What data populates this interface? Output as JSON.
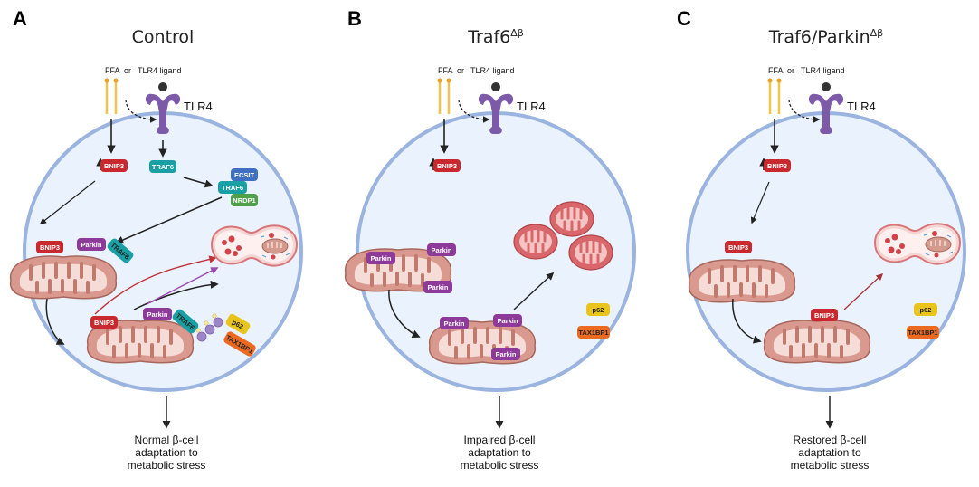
{
  "figure": {
    "panels": [
      {
        "id": "A",
        "letter": "A",
        "title": "Control",
        "title_sup": "",
        "stimulus_ffa": "FFA",
        "stimulus_or": "or",
        "stimulus_ligand": "TLR4 ligand",
        "receptor": "TLR4",
        "upregulated_label": "BNIP3",
        "traf6_label": "TRAF6",
        "complex": [
          "ECSIT",
          "TRAF6",
          "NRDP1"
        ],
        "mito1_labels": [
          "BNIP3",
          "Parkin",
          "TRAF6"
        ],
        "mito2_labels": [
          "BNIP3",
          "Parkin",
          "TRAF6"
        ],
        "adaptors": [
          "p62",
          "TAX1BP1"
        ],
        "outcome_lines": [
          "Normal β-cell",
          "adaptation to",
          "metabolic stress"
        ]
      },
      {
        "id": "B",
        "letter": "B",
        "title": "Traf6",
        "title_sup": "Δβ",
        "stimulus_ffa": "FFA",
        "stimulus_or": "or",
        "stimulus_ligand": "TLR4 ligand",
        "receptor": "TLR4",
        "upregulated_label": "BNIP3",
        "mito1_labels": [
          "Parkin",
          "Parkin",
          "Parkin"
        ],
        "mito2_labels": [
          "Parkin",
          "Parkin",
          "Parkin"
        ],
        "adaptors": [
          "p62",
          "TAX1BP1"
        ],
        "outcome_lines": [
          "Impaired β-cell",
          "adaptation to",
          "metabolic stress"
        ]
      },
      {
        "id": "C",
        "letter": "C",
        "title": "Traf6/Parkin",
        "title_sup": "Δβ",
        "stimulus_ffa": "FFA",
        "stimulus_or": "or",
        "stimulus_ligand": "TLR4 ligand",
        "receptor": "TLR4",
        "upregulated_label": "BNIP3",
        "mito1_labels": [
          "BNIP3"
        ],
        "mito2_labels": [
          "BNIP3"
        ],
        "adaptors": [
          "p62",
          "TAX1BP1"
        ],
        "outcome_lines": [
          "Restored β-cell",
          "adaptation to",
          "metabolic stress"
        ]
      }
    ],
    "colors": {
      "cell_fill": "#eaf3fd",
      "cell_stroke": "#9ab4df",
      "bnip3": "#c8282e",
      "traf6": "#1aa0a4",
      "parkin": "#8e3a9a",
      "ecsit": "#3f6fc2",
      "nrdp1": "#4ea04a",
      "p62": "#e8c41c",
      "tax1bp1": "#ec6a20",
      "tlr4": "#7c5aa8",
      "ffa": "#f2c44a",
      "mito_fill": "#d9998e",
      "mito_inner": "#f6dcd6",
      "mito_stroke": "#a8675d",
      "red_arrow": "#c0333a",
      "purple_arrow": "#9a49b0"
    }
  }
}
